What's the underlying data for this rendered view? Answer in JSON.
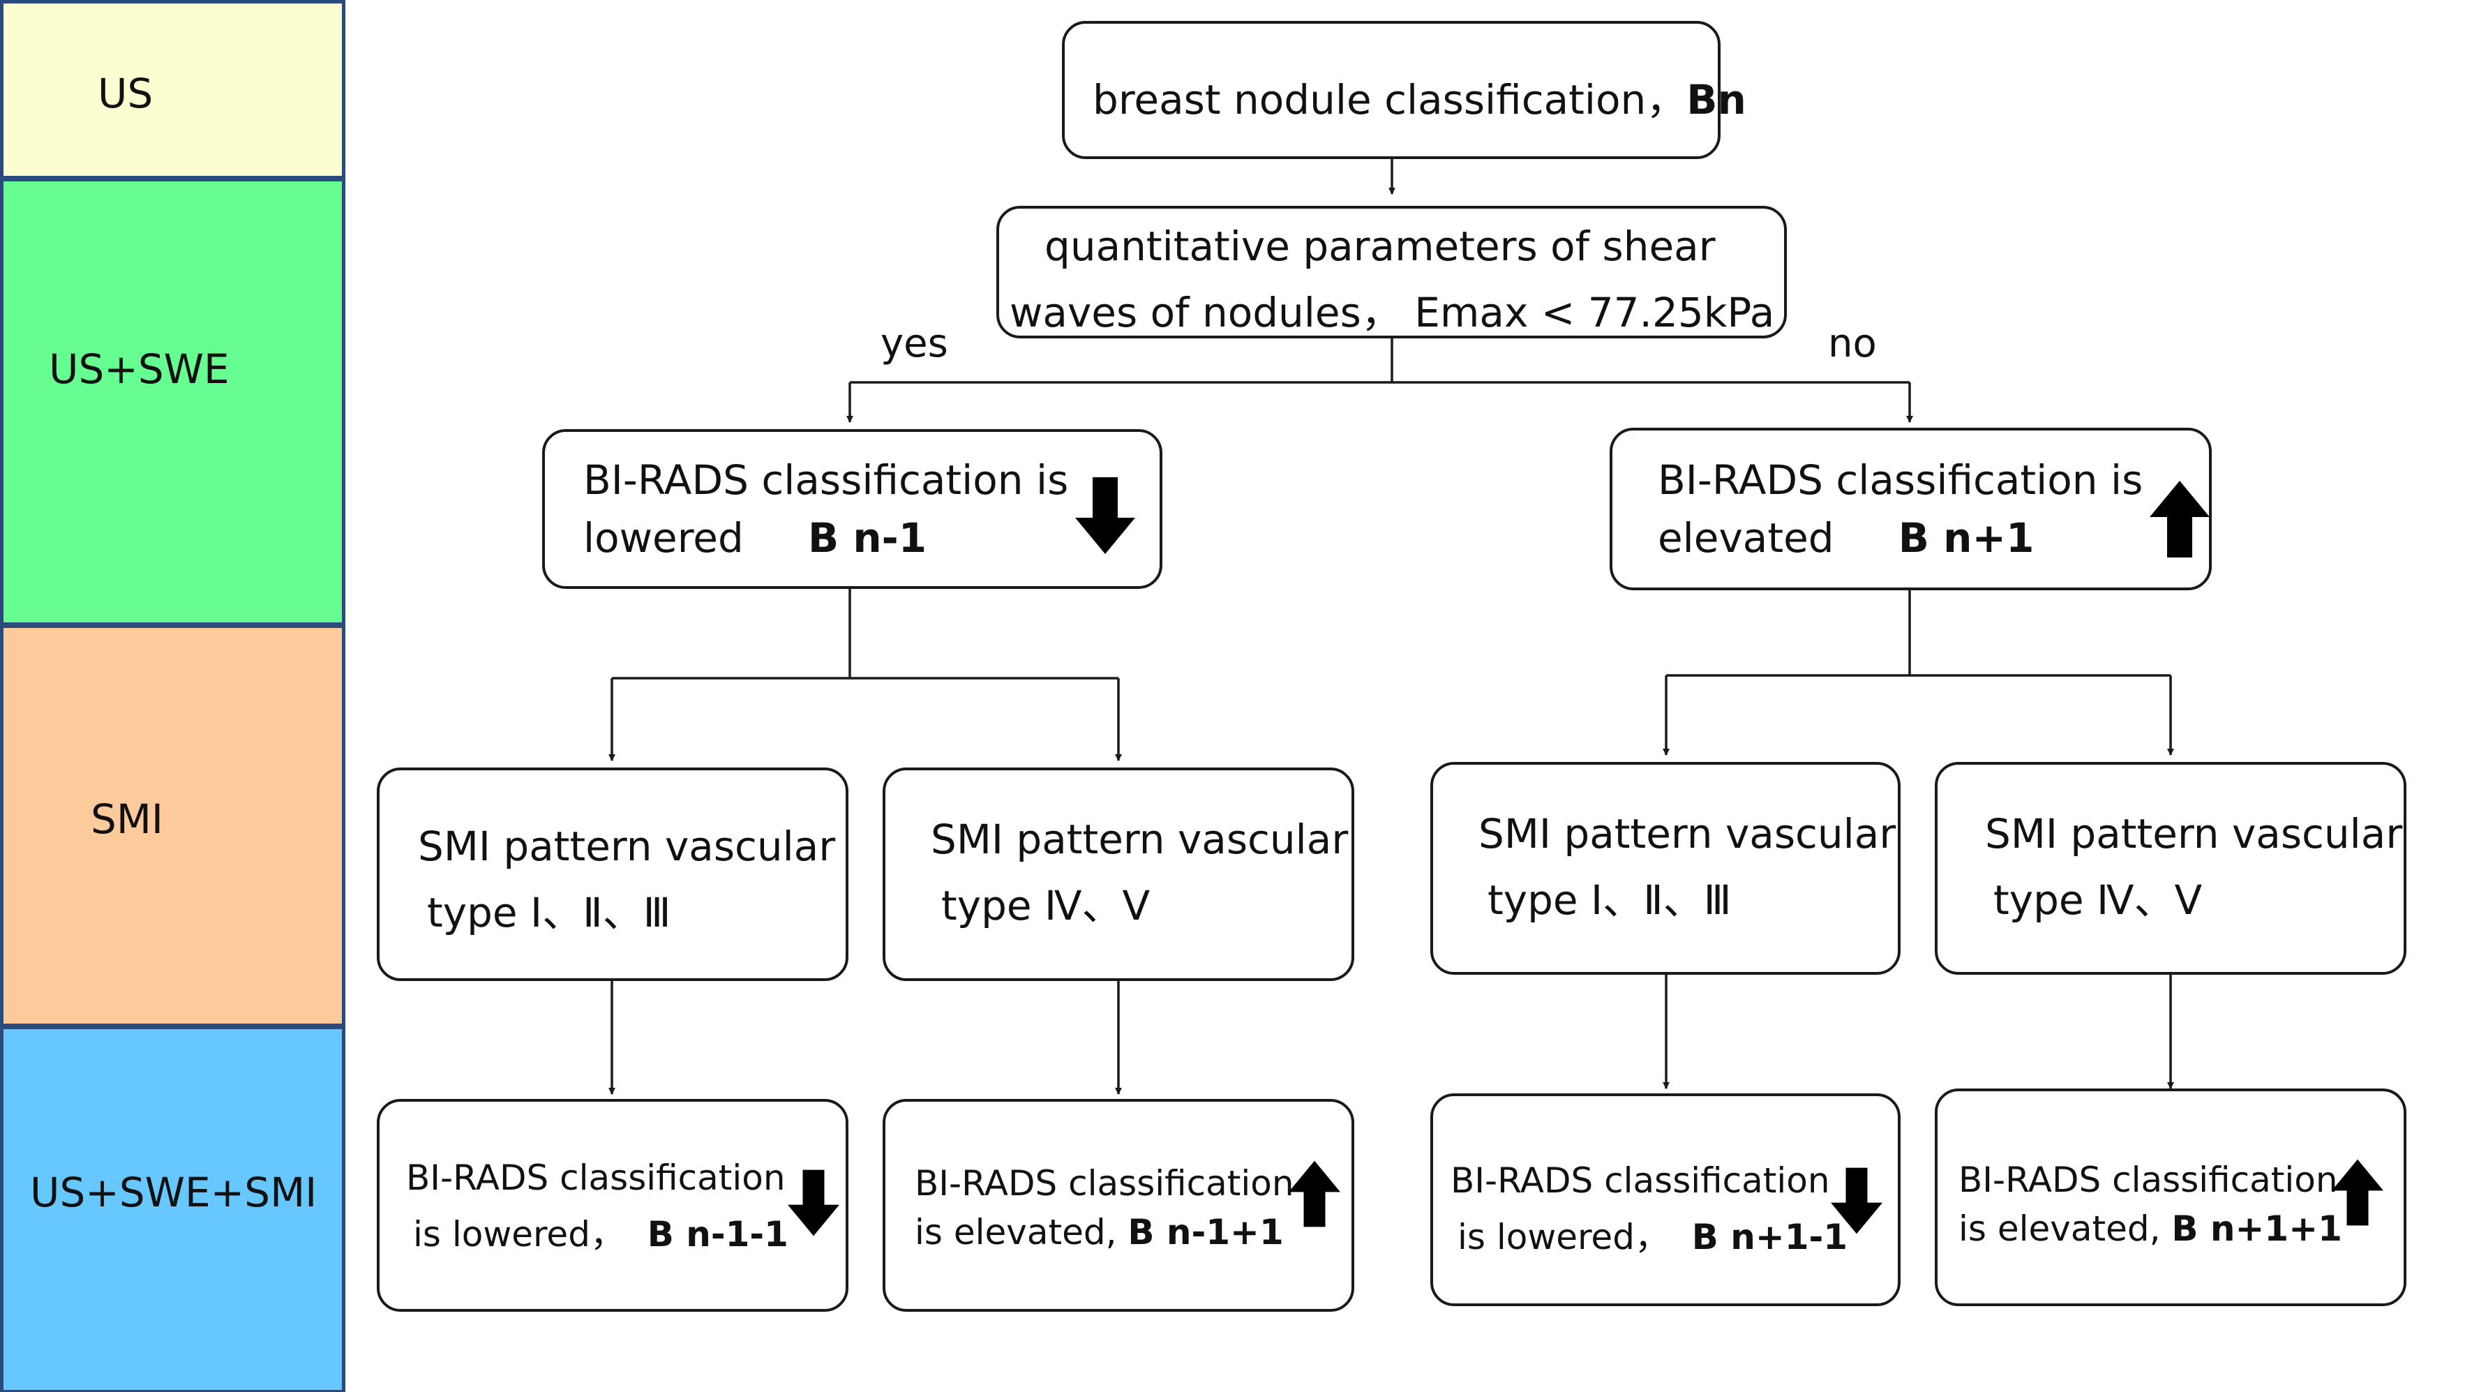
{
  "colors": {
    "us": "#fdfdd2",
    "us_swe": "#66fe90",
    "smi": "#fdcb9b",
    "us_swe_smi": "#66c8fe",
    "band_border": "#2a4b7c",
    "line": "#1a1a1a"
  },
  "bands": {
    "us": "US",
    "us_swe": "US+SWE",
    "smi": "SMI",
    "us_swe_smi": "US+SWE+SMI"
  },
  "root": {
    "text": "breast nodule classification，",
    "bold": "Bn"
  },
  "swe": {
    "line1": "quantitative parameters of shear",
    "line2": "waves of nodules， Emax < 77.25kPa"
  },
  "branches": {
    "yes": "yes",
    "no": "no"
  },
  "lowered": {
    "line1": "BI-RADS classification is",
    "line2": "lowered",
    "bold": "B n-1",
    "icon": "arrow-down-icon"
  },
  "elevated": {
    "line1": "BI-RADS classification is",
    "line2": "elevated",
    "bold": "B n+1",
    "icon": "arrow-up-icon"
  },
  "smi_nodes": [
    {
      "line1": "SMI pattern vascular",
      "line2": "type Ⅰ、Ⅱ、Ⅲ"
    },
    {
      "line1": "SMI pattern vascular",
      "line2": "type Ⅳ、Ⅴ"
    },
    {
      "line1": "SMI pattern vascular",
      "line2": "type Ⅰ、Ⅱ、Ⅲ"
    },
    {
      "line1": "SMI pattern vascular",
      "line2": "type Ⅳ、Ⅴ"
    }
  ],
  "results": [
    {
      "line1": "BI-RADS classification",
      "line2": "is lowered，",
      "bold": "B n-1-1",
      "icon": "arrow-down-icon"
    },
    {
      "line1": "BI-RADS classification",
      "line2": "is elevated,",
      "bold": "B n-1+1",
      "icon": "arrow-up-icon"
    },
    {
      "line1": "BI-RADS classification",
      "line2": "is lowered，",
      "bold": "B n+1-1",
      "icon": "arrow-down-icon"
    },
    {
      "line1": "BI-RADS classification",
      "line2": "is elevated,",
      "bold": "B n+1+1",
      "icon": "arrow-up-icon"
    }
  ]
}
